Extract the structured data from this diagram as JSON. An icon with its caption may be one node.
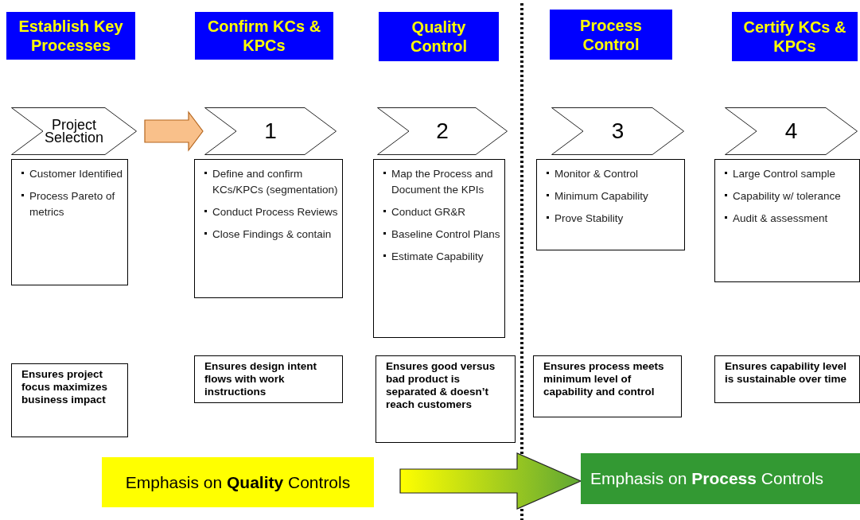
{
  "diagram": {
    "nodes": [
      {
        "text": [
          "Establish Key Processes"
        ]
      },
      {
        "text": [
          "Confirm KCs & KPCs"
        ]
      },
      {
        "text": [
          "Quality Control"
        ]
      },
      {
        "text": [
          "Process Control"
        ]
      },
      {
        "text": [
          "Certify KCs & KPCs"
        ]
      },
      {
        "text": [
          "Project Selection"
        ]
      },
      {
        "text": [
          "1"
        ]
      },
      {
        "text": [
          "2"
        ]
      },
      {
        "text": [
          "3"
        ]
      },
      {
        "text": [
          "4"
        ]
      },
      {
        "text": [
          "Customer Identified",
          "Process Pareto of metrics"
        ]
      },
      {
        "text": [
          "Define and confirm KCs/KPCs (segmentation)",
          "Conduct Process Reviews",
          "Close Findings & contain"
        ]
      },
      {
        "text": [
          "Map the Process and Document the KPIs",
          "Conduct GR&R",
          "Baseline Control Plans",
          "Estimate Capability"
        ]
      },
      {
        "text": [
          "Monitor & Control",
          "Minimum Capability",
          "Prove Stability"
        ]
      },
      {
        "text": [
          "Large Control sample",
          "Capability w/ tolerance",
          "Audit & assessment"
        ]
      },
      {
        "text": [
          "Ensures project focus maximizes business impact"
        ]
      },
      {
        "text": [
          "Ensures design intent flows with work instructions"
        ]
      },
      {
        "text": [
          "Ensures good versus bad product is separated & doesn’t reach customers"
        ]
      },
      {
        "text": [
          "Ensures process meets minimum level of capability and control"
        ]
      },
      {
        "text": [
          "Ensures capability level is sustainable over time"
        ]
      },
      {
        "text": [
          "Emphasis on **Quality** Controls"
        ]
      },
      {
        "text": [
          "Emphasis on **Process** Controls"
        ]
      }
    ],
    "edges": [
      {
        "from": 5,
        "to": 6,
        "arrow": "to",
        "style": "thick",
        "color": "#f9c08a"
      },
      {
        "from": 20,
        "to": 21,
        "arrow": "to",
        "style": "thick",
        "color": "#5fa733"
      }
    ]
  }
}
